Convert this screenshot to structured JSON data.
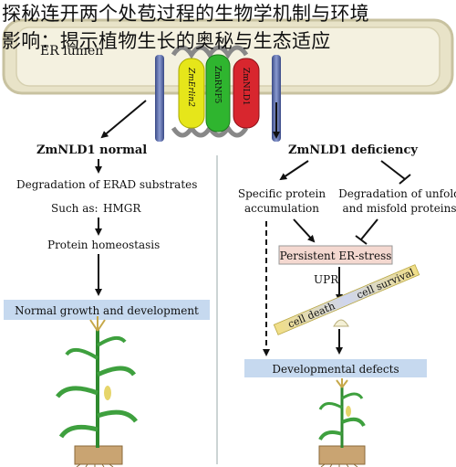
{
  "overlay": {
    "line1": "探秘连开两个处苞过程的生物学机制与环境",
    "line2": "影响：揭示植物生长的奥秘与生态适应"
  },
  "membrane_text": "ER lumen",
  "proteins": {
    "left": "ZmErlin2",
    "middle": "ZmRNF5",
    "right": "ZmNLD1"
  },
  "left_branch": {
    "heading": "ZmNLD1 normal",
    "line1_a": "Degradation of",
    "line1_b": "ERAD substrates",
    "line2_a": "Such as:",
    "line2_b": "HMGR",
    "homeostasis": "Protein homeostasis",
    "outcome": "Normal growth and development"
  },
  "right_branch": {
    "heading": "ZmNLD1 deficiency",
    "accum_1": "Specific protein",
    "accum_2": "accumulation",
    "degr_1": "Degradation of unfold",
    "degr_2": "and misfold proteins",
    "stress": "Persistent ER-stress",
    "upr": "UPR",
    "death": "cell death",
    "survival": "cell survival",
    "outcome": "Developmental defects"
  },
  "colors": {
    "membrane": "#e8e3c8",
    "membrane_edge": "#c8c2a0",
    "erlin": "#e6e61a",
    "rnf5": "#2fb52f",
    "nld1": "#d8262e",
    "outcome_box": "#c6d9ef",
    "stress_box": "#f4d8d0",
    "label_bar": "#f1de86"
  }
}
